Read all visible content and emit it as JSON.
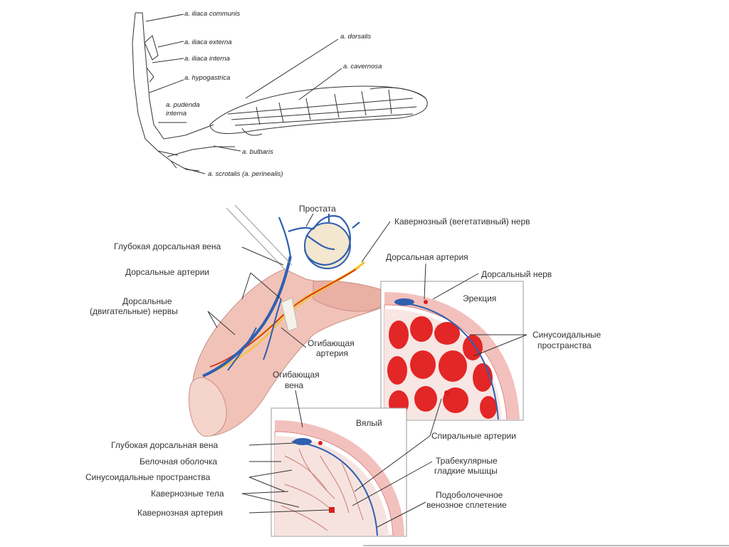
{
  "top_diagram": {
    "labels": {
      "iliaca_communis": "a. iliaca communis",
      "iliaca_externa": "a. iliaca externa",
      "iliaca_interna": "a. iliaca interna",
      "hypogastrica": "a. hypogastrica",
      "pudenda_1": "a. pudenda",
      "pudenda_2": "interna",
      "dorsalis": "a. dorsalis",
      "cavernosa": "a. cavernosa",
      "bulbaris": "a. bulbaris",
      "scrotalis": "a. scrotalis (a. perinealis)"
    }
  },
  "bottom_diagram": {
    "labels": {
      "prostate": "Простата",
      "cavernous_nerve": "Кавернозный (вегетативный) нерв",
      "deep_dorsal_vein": "Глубокая дорсальная вена",
      "dorsal_arteries": "Дорсальные артерии",
      "dorsal_motor_nerves_1": "Дорсальные",
      "dorsal_motor_nerves_2": "(двигательные) нервы",
      "dorsal_artery": "Дорсальная артерия",
      "dorsal_nerve": "Дорсальный нерв",
      "erection": "Эрекция",
      "sinusoidal_1": "Синусоидальные",
      "sinusoidal_2": "пространства",
      "circumflex_artery_1": "Огибающая",
      "circumflex_artery_2": "артерия",
      "circumflex_vein_1": "Огибающая",
      "circumflex_vein_2": "вена",
      "flaccid": "Вялый",
      "spiral_arteries": "Спиральные артерии",
      "deep_dorsal_vein_2": "Глубокая дорсальная вена",
      "tunica": "Белочная оболочка",
      "sinusoidal_spaces": "Синусоидальные пространства",
      "trabecular_1": "Трабекулярные",
      "trabecular_2": "гладкие мышцы",
      "cavernous_bodies": "Кавернозные тела",
      "subtunical_1": "Подоболочечное",
      "subtunical_2": "венозное сплетение",
      "cavernous_artery": "Кавернозная артерия"
    }
  },
  "colors": {
    "vein": "#2f5fb0",
    "artery": "#d8201e",
    "nerve": "#f2c230",
    "tissue": "#f1c3b8",
    "sinus_red": "#e32626"
  }
}
